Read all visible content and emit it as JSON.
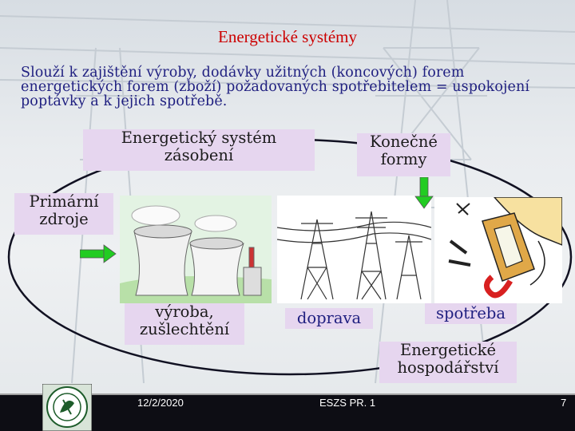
{
  "slide": {
    "title": "Energetické systémy",
    "intro": "Slouží k zajištění výroby, dodávky užitných (koncových) forem energetických forem (zboží) požadovaných spotřebitelem = uspokojení poptávky a k jejich spotřebě.",
    "labels": {
      "supply_system_line1": "Energetický systém",
      "supply_system_line2": "zásobení",
      "final_forms_line1": "Konečné",
      "final_forms_line2": "formy",
      "primary_sources_line1": "Primární",
      "primary_sources_line2": "zdroje",
      "production_line1": "výroba,",
      "production_line2": "zušlechtění",
      "transport": "doprava",
      "consumption": "spotřeba",
      "economy_line1": "Energetické",
      "economy_line2": "hospodářství"
    },
    "colors": {
      "title": "#cc0000",
      "intro_text": "#1f1f80",
      "label_bg": "#e6d6ef",
      "ellipse": "#111122",
      "arrow_green": "#22cc22",
      "footer_bg": "#0d0d14"
    },
    "footer": {
      "date": "12/2/2020",
      "center": "ESZS PR. 1",
      "page": "7"
    },
    "icons": {
      "logo": "faculty-logo-icon",
      "power_plant": "cooling-towers-icon",
      "transmission": "power-pylons-icon",
      "plug": "electric-plug-icon"
    }
  }
}
